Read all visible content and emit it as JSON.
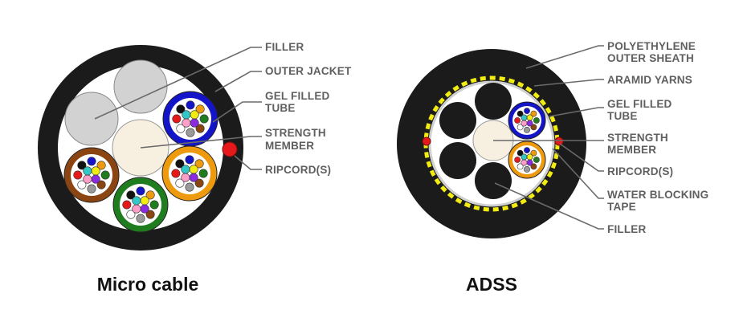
{
  "colors": {
    "black": "#1b1b1b",
    "gray_filler": "#d2d2d2",
    "cream": "#f7efe0",
    "blue": "#1414c8",
    "orange": "#ee9a0e",
    "green": "#1f7c1f",
    "brown": "#8b4513",
    "red": "#e51919",
    "yellow": "#f2ec10",
    "fiber_colors": [
      "#1414c8",
      "#ee9a0e",
      "#1f7c1f",
      "#8b4513",
      "#9a9a9a",
      "#ffffff",
      "#e51919",
      "#111111",
      "#f2ec10",
      "#8a2be2",
      "#ff9ec8",
      "#33c7c7"
    ]
  },
  "micro": {
    "caption": "Micro cable",
    "labels": {
      "filler": "FILLER",
      "outer_jacket": "OUTER JACKET",
      "gel_tube_1": "GEL FILLED",
      "gel_tube_2": "TUBE",
      "strength_1": "STRENGTH",
      "strength_2": "MEMBER",
      "ripcord": "RIPCORD(S)"
    }
  },
  "adss": {
    "caption": "ADSS",
    "labels": {
      "sheath_1": "POLYETHYLENE",
      "sheath_2": "OUTER SHEATH",
      "aramid": "ARAMID YARNS",
      "gel_tube_1": "GEL FILLED",
      "gel_tube_2": "TUBE",
      "strength_1": "STRENGTH",
      "strength_2": "MEMBER",
      "ripcord": "RIPCORD(S)",
      "water_1": "WATER BLOCKING",
      "water_2": "TAPE",
      "filler": "FILLER"
    }
  }
}
